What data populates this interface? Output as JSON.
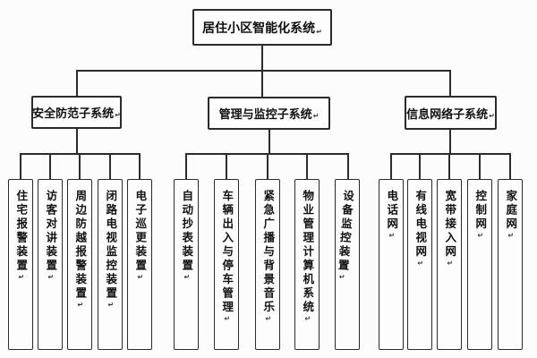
{
  "diagram": {
    "title": "居住小区智能化系统",
    "return_mark": "↵",
    "groups": [
      {
        "label": "安全防范子系统",
        "children": [
          "住宅报警装置",
          "访客对讲装置",
          "周边防越报警装置",
          "闭路电视监控装置",
          "电子巡更装置"
        ]
      },
      {
        "label": "管理与监控子系统",
        "children": [
          "自动抄表装置",
          "车辆出入与停车管理",
          "紧急广播与背景音乐",
          "物业管理计算机系统",
          "设备监控装置"
        ]
      },
      {
        "label": "信息网络子系统",
        "children": [
          "电话网",
          "有线电视网",
          "宽带接入网",
          "控制网",
          "家庭网"
        ]
      }
    ],
    "colors": {
      "line": "#2b2b2b",
      "box_border": "#2b2b2b",
      "text": "#111111",
      "background": "#fcfcfc"
    }
  }
}
